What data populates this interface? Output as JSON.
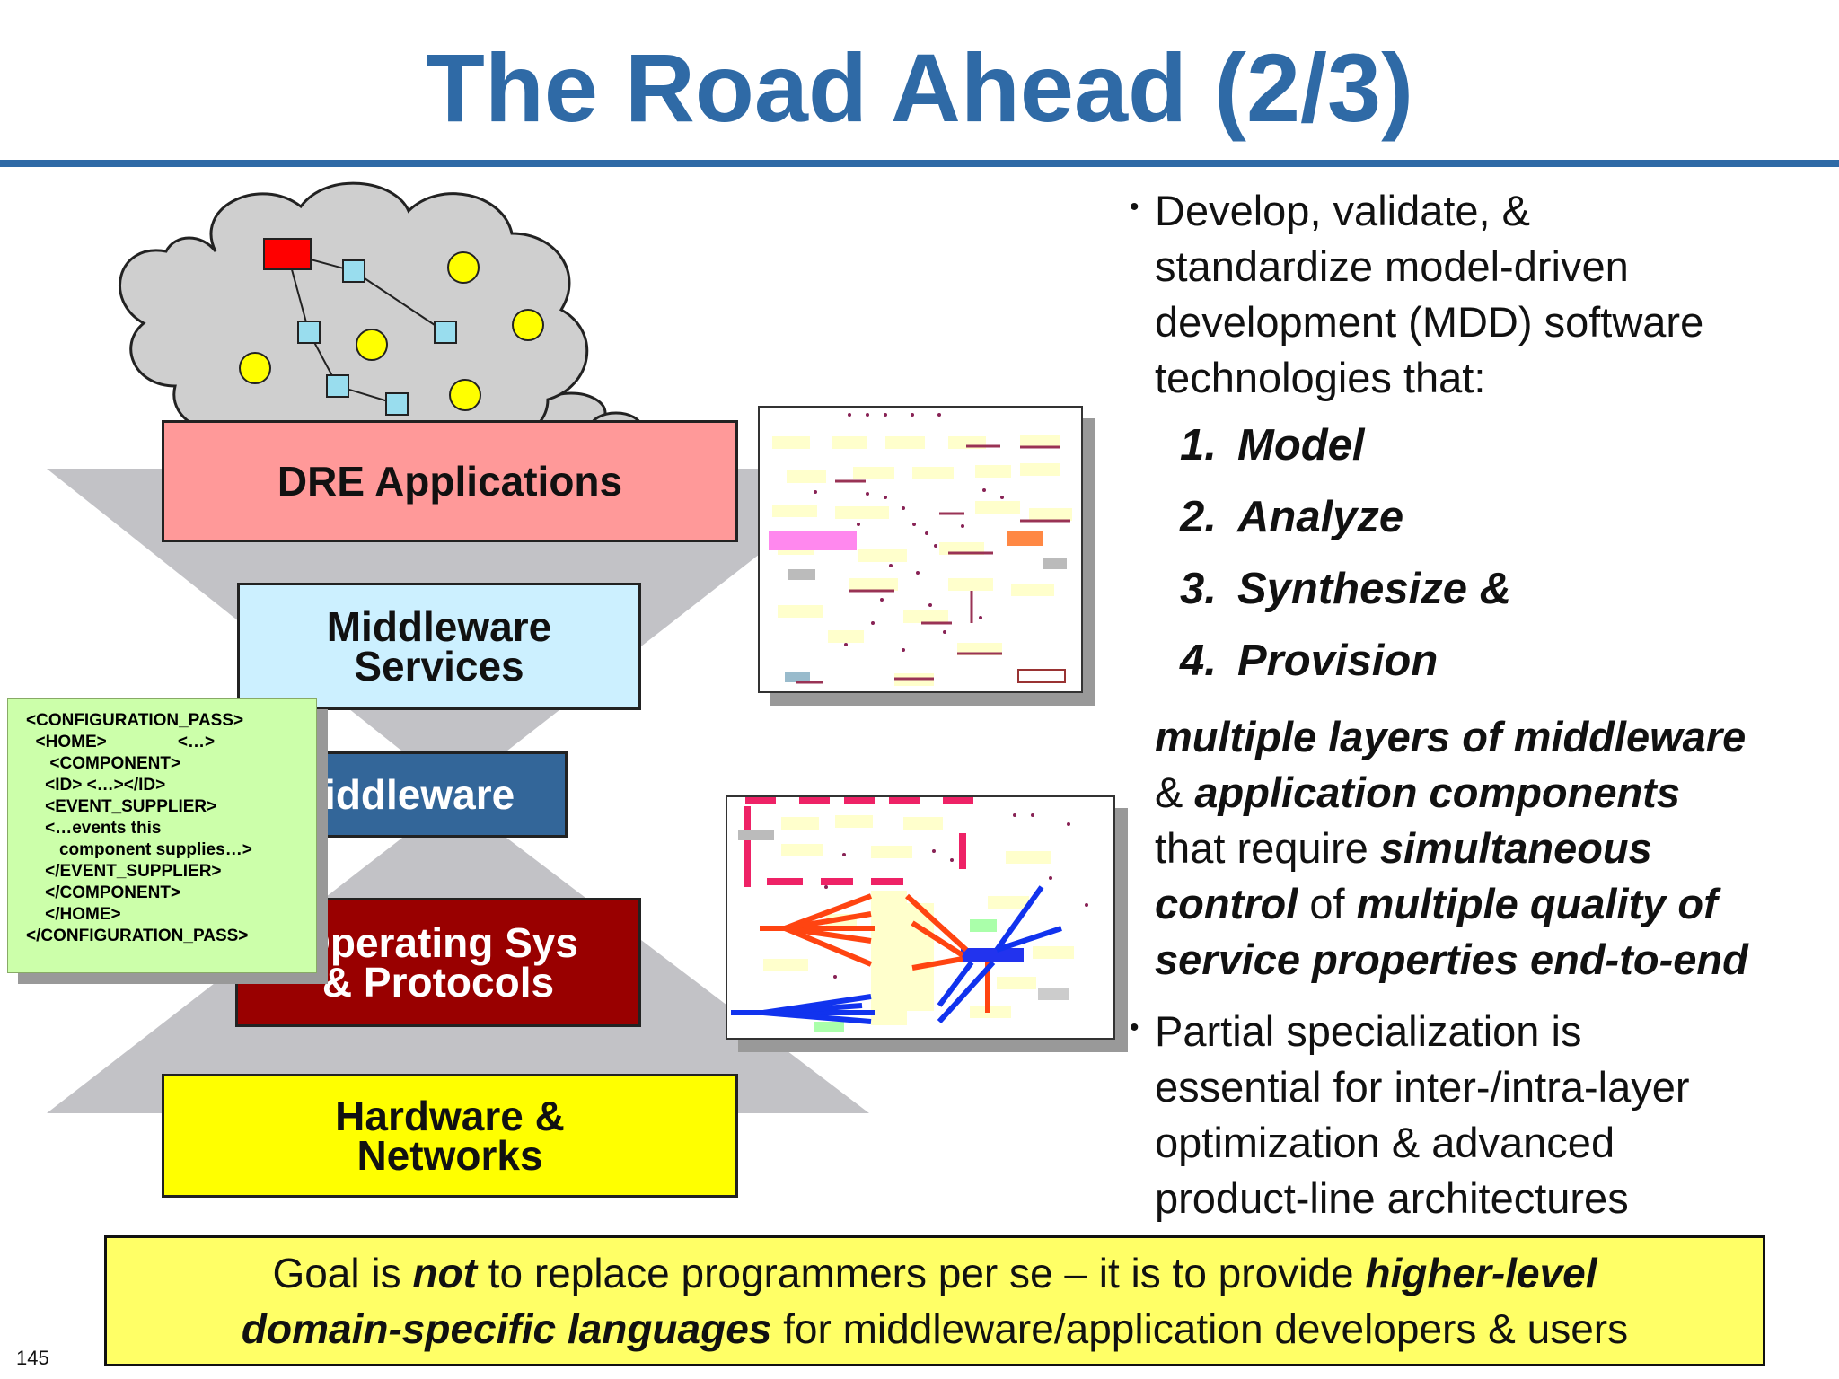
{
  "title": "The Road Ahead (2/3)",
  "layers": {
    "dre": "DRE Applications",
    "middleware_services_1": "Middleware",
    "middleware_services_2": "Services",
    "middleware": "Middleware",
    "os_1": "Operating Sys",
    "os_2": "& Protocols",
    "hardware_1": "Hardware &",
    "hardware_2": "Networks"
  },
  "xml_lines": [
    "<CONFIGURATION_PASS>",
    "  <HOME>               <…>",
    "",
    "     <COMPONENT>",
    "    <ID> <…></ID>",
    "    <EVENT_SUPPLIER>",
    "    <…events this",
    "       component supplies…>",
    "    </EVENT_SUPPLIER>",
    "    </COMPONENT>",
    "    </HOME>",
    "</CONFIGURATION_PASS>"
  ],
  "bullet1": {
    "lines": [
      "Develop, validate, &",
      "standardize model-driven",
      "development (MDD) software",
      "technologies that:"
    ]
  },
  "steps": [
    {
      "num": "1.",
      "label": "Model"
    },
    {
      "num": "2.",
      "label": "Analyze"
    },
    {
      "num": "3.",
      "label": "Synthesize &"
    },
    {
      "num": "4.",
      "label": "Provision"
    }
  ],
  "continuation": {
    "l1": "multiple layers of middleware",
    "l2a": "& ",
    "l2b": "application components",
    "l3a": "that require ",
    "l3b": "simultaneous",
    "l4a": "control",
    "l4b": " of ",
    "l4c": "multiple quality of",
    "l5": "service properties end-to-end"
  },
  "bullet2": {
    "lines": [
      "Partial specialization is",
      "essential for inter-/intra-layer",
      "optimization & advanced",
      "product-line architectures"
    ]
  },
  "goal": {
    "p1": "Goal is ",
    "p2": "not",
    "p3": " to replace programmers per se – it is to provide ",
    "p4": "higher-level",
    "p5": "domain-specific languages",
    "p6": " for middleware/application developers & users"
  },
  "page_number": "145",
  "colors": {
    "title": "#2f6aa6",
    "dre": "#ff9999",
    "middleware_services": "#ccf0ff",
    "middleware": "#336699",
    "os": "#990000",
    "hardware": "#ffff00",
    "goal_box": "#ffff66",
    "xml_card": "#ccffaa"
  }
}
